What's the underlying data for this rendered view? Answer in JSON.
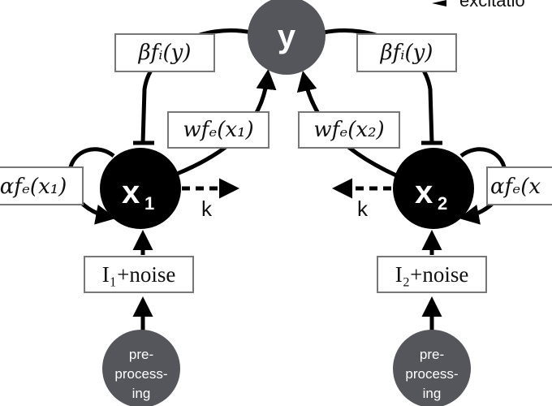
{
  "nodes": {
    "y": {
      "label": "y",
      "color": "#55565b"
    },
    "x1": {
      "label": "x",
      "subscript": "1",
      "color": "#000000"
    },
    "x2": {
      "label": "x",
      "subscript": "2",
      "color": "#000000"
    },
    "pre1": {
      "lines": [
        "pre-",
        "process-",
        "ing"
      ],
      "color": "#55565b"
    },
    "pre2": {
      "lines": [
        "pre-",
        "process-",
        "ing"
      ],
      "color": "#55565b"
    }
  },
  "boxes": {
    "beta_left": "βfᵢ(y)",
    "beta_right": "βfᵢ(y)",
    "w_left": "wfₑ(x₁)",
    "w_right": "wfₑ(x₂)",
    "alpha_left": "αfₑ(x₁)",
    "alpha_right": "αfₑ(x",
    "input_left": "I₁+noise",
    "input_right": "I₂+noise"
  },
  "k_labels": {
    "left": "k",
    "right": "k"
  },
  "legend": {
    "excitation": "excitatio"
  }
}
